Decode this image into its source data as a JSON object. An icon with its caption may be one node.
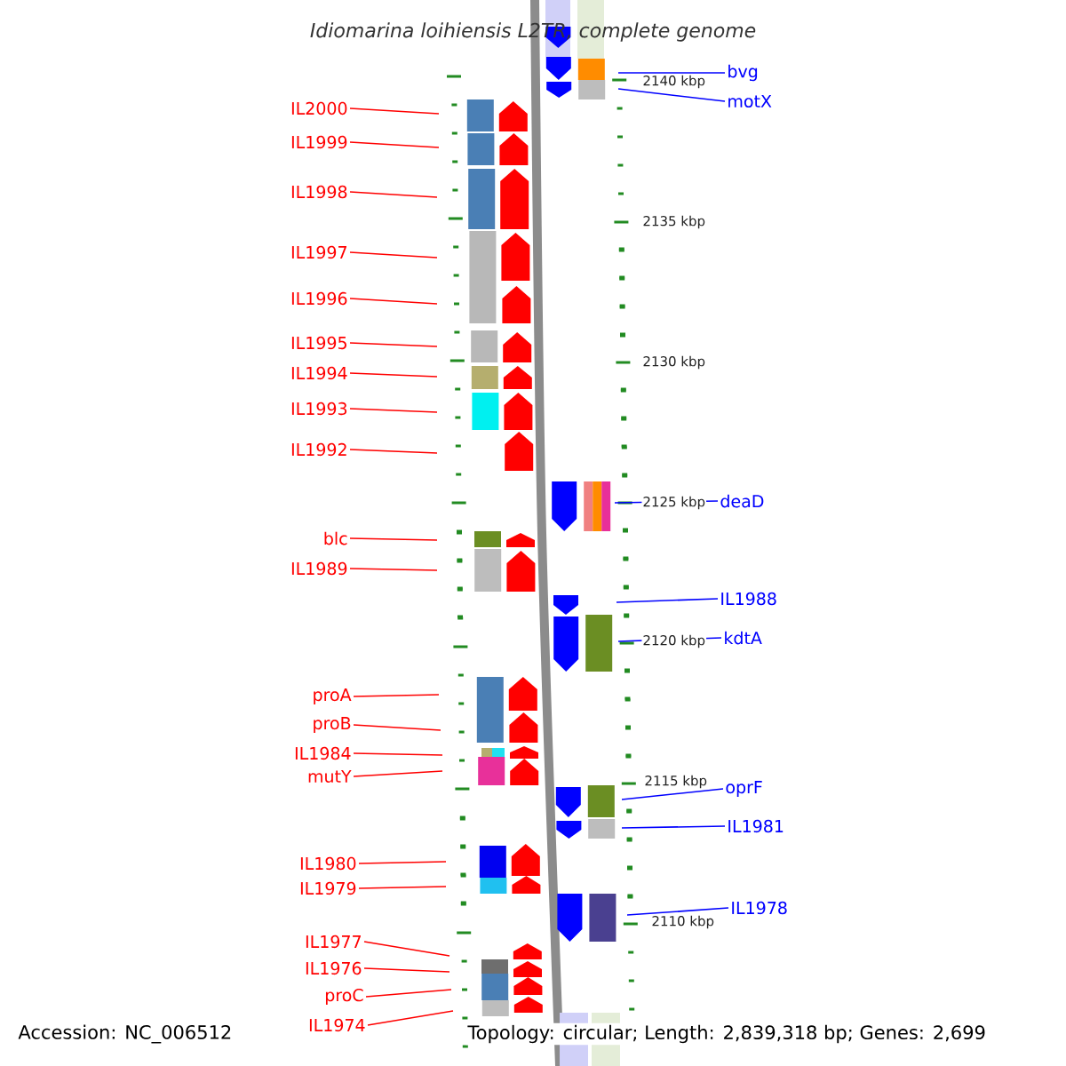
{
  "diagram": {
    "title": "Idiomarina loihiensis L2TR, complete genome",
    "nodes": [
      {
        "text": [
          "bvg"
        ]
      },
      {
        "text": [
          "IL2000"
        ]
      },
      {
        "text": [
          "motX"
        ]
      },
      {
        "text": [
          "IL1999"
        ]
      },
      {
        "text": [
          "IL1998"
        ]
      },
      {
        "text": [
          "IL1997"
        ]
      },
      {
        "text": [
          "IL1996"
        ]
      },
      {
        "text": [
          "IL1995"
        ]
      },
      {
        "text": [
          "IL1994"
        ]
      },
      {
        "text": [
          "IL1993"
        ]
      },
      {
        "text": [
          "IL1992"
        ]
      },
      {
        "text": [
          "deaD"
        ]
      },
      {
        "text": [
          "blc"
        ]
      },
      {
        "text": [
          "IL1989"
        ]
      },
      {
        "text": [
          "IL1988"
        ]
      },
      {
        "text": [
          "kdtA"
        ]
      },
      {
        "text": [
          "proA"
        ]
      },
      {
        "text": [
          "proB"
        ]
      },
      {
        "text": [
          "IL1984"
        ]
      },
      {
        "text": [
          "mutY"
        ]
      },
      {
        "text": [
          "oprF"
        ]
      },
      {
        "text": [
          "IL1981"
        ]
      },
      {
        "text": [
          "IL1980"
        ]
      },
      {
        "text": [
          "IL1979"
        ]
      },
      {
        "text": [
          "IL1978"
        ]
      },
      {
        "text": [
          "IL1977"
        ]
      },
      {
        "text": [
          "IL1976"
        ]
      },
      {
        "text": [
          "proC"
        ]
      },
      {
        "text": [
          "IL1974"
        ]
      }
    ],
    "edges": [
      {
        "from": 0,
        "to": null,
        "arrow": "none",
        "color": "#0000ff"
      },
      {
        "from": 1,
        "to": null,
        "arrow": "none"
      },
      {
        "from": 2,
        "to": null,
        "arrow": "none",
        "color": "#0000ff"
      },
      {
        "from": 3,
        "to": null,
        "arrow": "none"
      },
      {
        "from": 4,
        "to": null,
        "arrow": "none"
      },
      {
        "from": 5,
        "to": null,
        "arrow": "none"
      },
      {
        "from": 6,
        "to": null,
        "arrow": "none"
      },
      {
        "from": 7,
        "to": null,
        "arrow": "none"
      },
      {
        "from": 8,
        "to": null,
        "arrow": "none"
      },
      {
        "from": 9,
        "to": null,
        "arrow": "none"
      },
      {
        "from": 10,
        "to": null,
        "arrow": "none"
      },
      {
        "from": 11,
        "to": null,
        "arrow": "none",
        "color": "#0000ff"
      },
      {
        "from": 12,
        "to": null,
        "arrow": "none"
      },
      {
        "from": 13,
        "to": null,
        "arrow": "none"
      },
      {
        "from": 14,
        "to": null,
        "arrow": "none",
        "color": "#0000ff"
      },
      {
        "from": 15,
        "to": null,
        "arrow": "none",
        "color": "#0000ff"
      },
      {
        "from": 16,
        "to": null,
        "arrow": "none"
      },
      {
        "from": 17,
        "to": null,
        "arrow": "none"
      },
      {
        "from": 18,
        "to": null,
        "arrow": "none"
      },
      {
        "from": 19,
        "to": null,
        "arrow": "none"
      },
      {
        "from": 20,
        "to": null,
        "arrow": "none",
        "color": "#0000ff"
      },
      {
        "from": 21,
        "to": null,
        "arrow": "none",
        "color": "#0000ff"
      },
      {
        "from": 22,
        "to": null,
        "arrow": "none"
      },
      {
        "from": 23,
        "to": null,
        "arrow": "none"
      },
      {
        "from": 24,
        "to": null,
        "arrow": "none",
        "color": "#0000ff"
      },
      {
        "from": 25,
        "to": null,
        "arrow": "none"
      },
      {
        "from": 26,
        "to": null,
        "arrow": "none"
      },
      {
        "from": 27,
        "to": null,
        "arrow": "none"
      },
      {
        "from": 28,
        "to": null,
        "arrow": "none"
      }
    ],
    "labels": [
      "2140 kbp",
      "2135 kbp",
      "2130 kbp",
      "2125 kbp",
      "2120 kbp",
      "2115 kbp",
      "2110 kbp",
      "Accession: NC_006512",
      "Topology: circular; Length: 2,839,318 bp; Genes: 2,699"
    ]
  }
}
